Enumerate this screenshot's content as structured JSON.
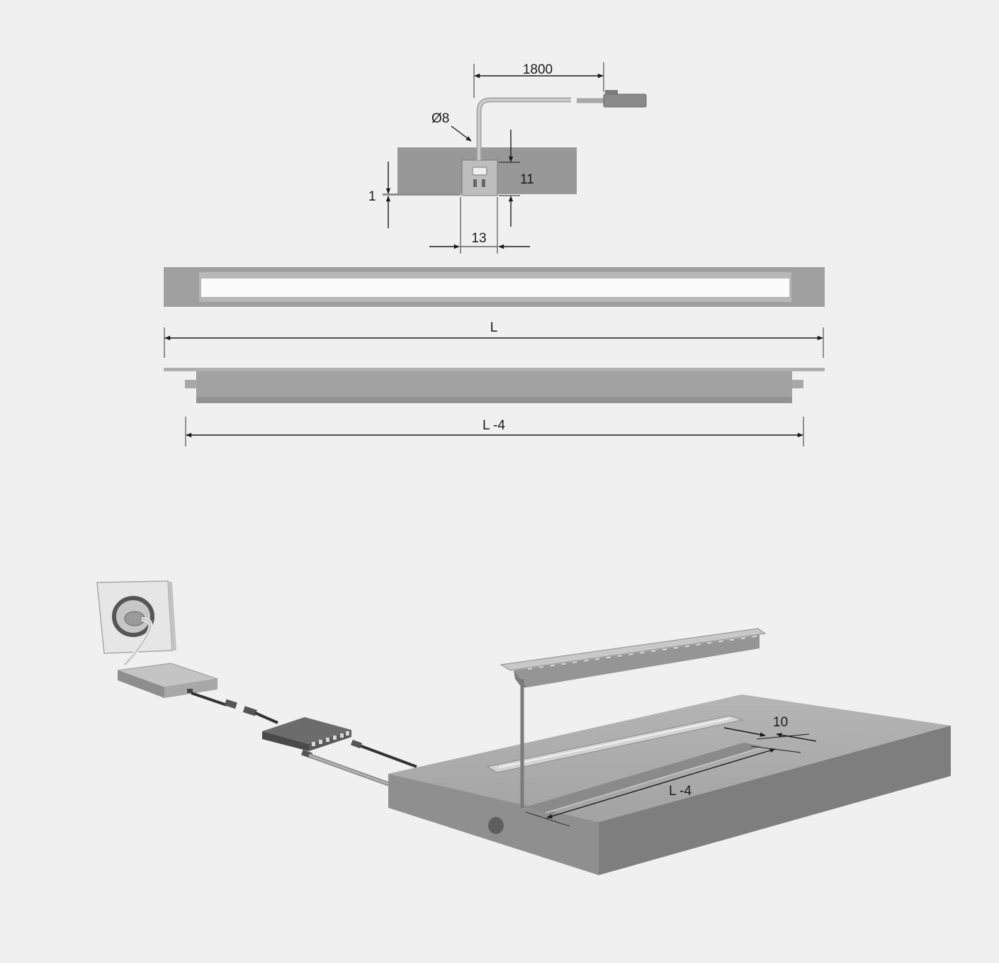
{
  "colors": {
    "background": "#f0f0f0",
    "profile": "#9a9a9a",
    "profile_dark": "#858585",
    "diffuser": "#fafafa",
    "dimension_line": "#1a1a1a"
  },
  "dimensions": {
    "cable_length": "1800",
    "cable_diameter": "Ø8",
    "connector_height": "11",
    "flange_thickness": "1",
    "connector_width": "13",
    "profile_length": "L",
    "housing_length": "L -4",
    "groove_width": "10",
    "groove_length": "L -4"
  }
}
